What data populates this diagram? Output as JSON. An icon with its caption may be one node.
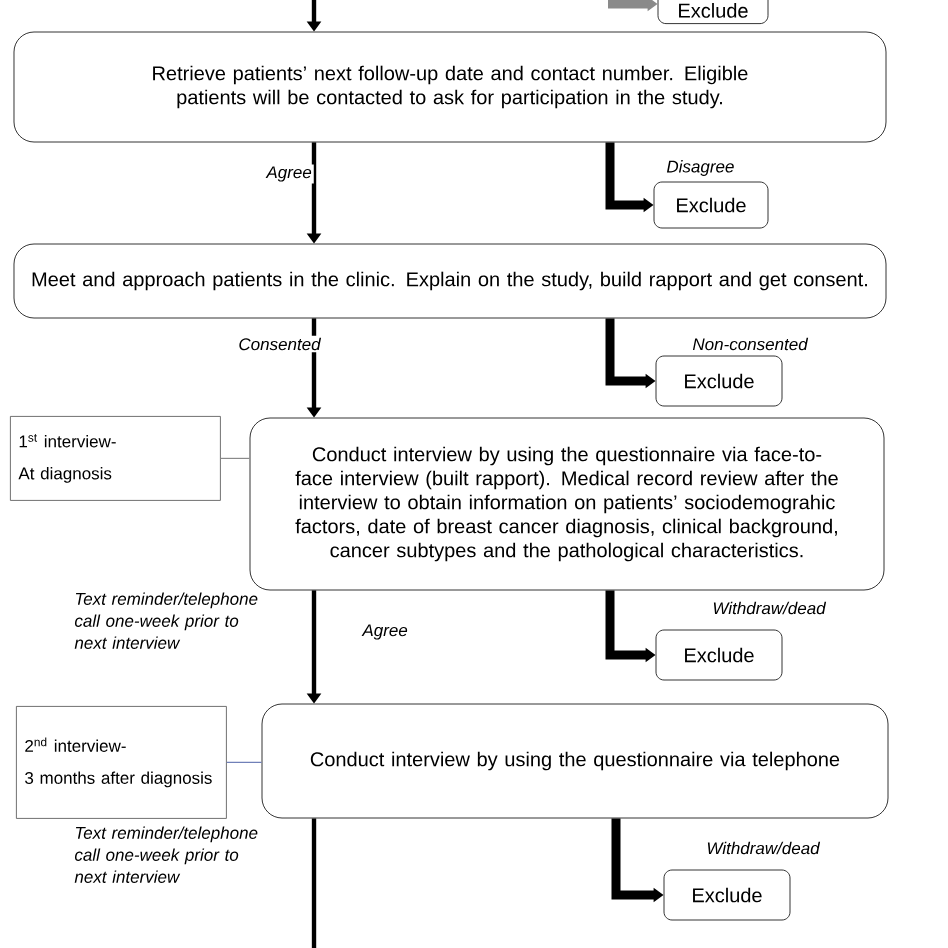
{
  "diagram": {
    "nodes": [
      {
        "text": [
          "Exclude"
        ]
      },
      {
        "text": [
          "Retrieve patients’ next follow-up date and contact number. Eligible patients will be contacted to ask for participation in the study."
        ]
      },
      {
        "text": [
          "Exclude"
        ]
      },
      {
        "text": [
          "Meet and approach patients in the clinic. Explain on the study, build rapport and get consent."
        ]
      },
      {
        "text": [
          "Exclude"
        ]
      },
      {
        "text": [
          "1$^{st}$ interview-",
          "At diagnosis"
        ]
      },
      {
        "text": [
          "Conduct interview by using the questionnaire via face-to-face interview (built rapport). Medical record review after the interview to obtain information on patients’ sociodemograhic factors, date of breast cancer diagnosis, clinical background, cancer subtypes and the pathological characteristics."
        ]
      },
      {
        "text": [
          "Exclude"
        ]
      },
      {
        "text": [
          "2$^{nd}$ interview-",
          "3 months after diagnosis"
        ]
      },
      {
        "text": [
          "Conduct interview by using the questionnaire via telephone"
        ]
      },
      {
        "text": [
          "Exclude"
        ]
      }
    ],
    "edges": [
      {
        "from": null,
        "to": 0,
        "arrow": "to",
        "style": "thick",
        "color": "#8a8a8a"
      },
      {
        "from": null,
        "to": 1,
        "arrow": "to"
      },
      {
        "from": 1,
        "to": 3,
        "arrow": "to",
        "label": "Agree"
      },
      {
        "from": 1,
        "to": 2,
        "arrow": "to",
        "label": "Disagree",
        "style": "thick"
      },
      {
        "from": 3,
        "to": 6,
        "arrow": "to",
        "label": "Consented"
      },
      {
        "from": 3,
        "to": 4,
        "arrow": "to",
        "label": "Non-consented",
        "style": "thick"
      },
      {
        "from": 5,
        "to": 6,
        "arrow": "none",
        "color": "#8a8a8a"
      },
      {
        "from": 6,
        "to": 9,
        "arrow": "to",
        "label": "Agree"
      },
      {
        "from": 6,
        "to": 7,
        "arrow": "to",
        "label": "Withdraw/dead",
        "style": "thick"
      },
      {
        "from": 8,
        "to": 9,
        "arrow": "none",
        "color": "#7080b8"
      },
      {
        "from": 9,
        "to": 10,
        "arrow": "to",
        "label": "Withdraw/dead",
        "style": "thick"
      },
      {
        "from": 9,
        "to": null,
        "arrow": "none"
      }
    ],
    "labels": [
      "Text reminder/telephone call one-week prior to next interview",
      "Text reminder/telephone call one-week prior to next interview"
    ]
  }
}
